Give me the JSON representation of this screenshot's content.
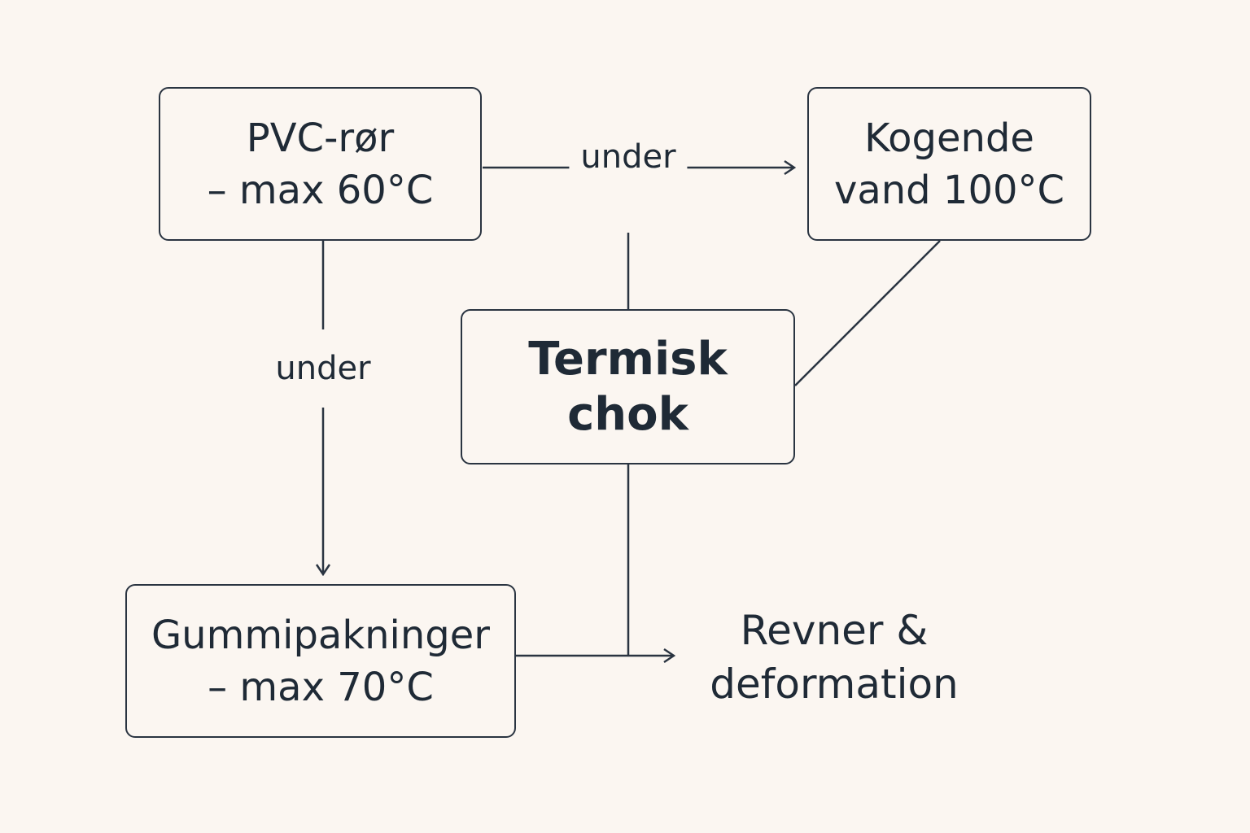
{
  "diagram": {
    "nodes": {
      "pvc": {
        "lines": [
          "PVC-rør",
          "– max 60°C"
        ]
      },
      "kogende": {
        "lines": [
          "Kogende",
          "vand 100°C"
        ]
      },
      "termisk": {
        "lines": [
          "Termisk",
          "chok"
        ]
      },
      "gummi": {
        "lines": [
          "Gummipakninger",
          "– max 70°C"
        ]
      },
      "revner": {
        "lines": [
          "Revner &",
          "deformation"
        ]
      }
    },
    "edges": {
      "pvc_to_kogende": {
        "label": "under"
      },
      "pvc_to_gummi": {
        "label": "under"
      }
    },
    "colors": {
      "background": "#fbf6f1",
      "stroke": "#2a3441",
      "text": "#1f2a36"
    }
  }
}
